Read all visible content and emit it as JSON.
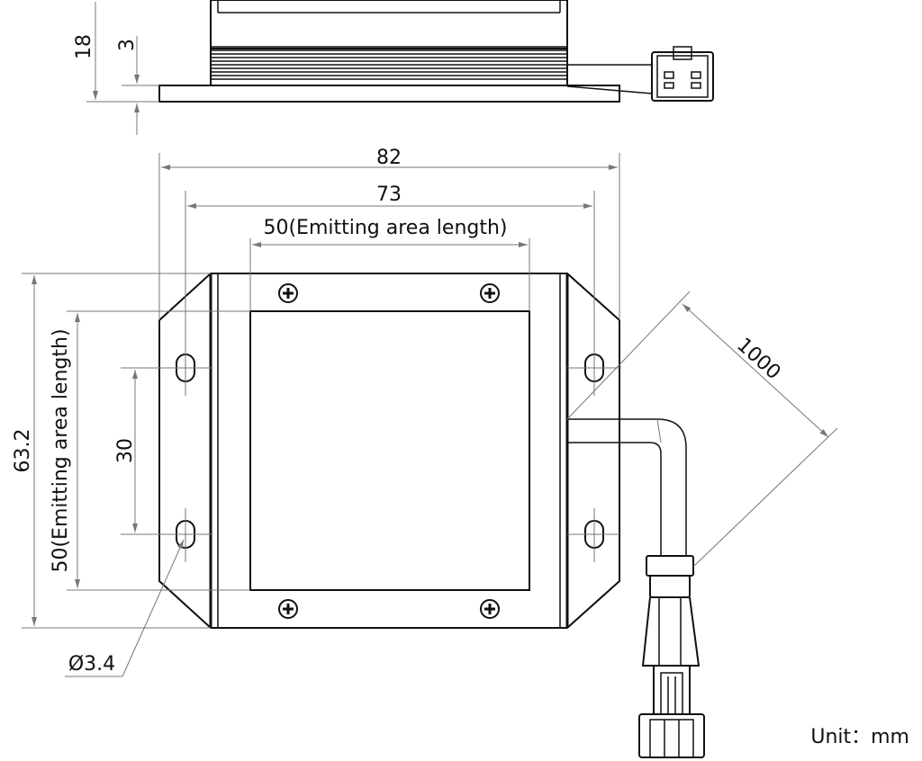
{
  "dimensions": {
    "overall_width": "82",
    "hole_spacing": "73",
    "emitting_length_h": "50(Emitting area length)",
    "overall_height": "63.2",
    "emitting_length_v": "50(Emitting area length)",
    "hole_spacing_v": "30",
    "hole_diameter": "Ø3.4",
    "cable_length": "1000",
    "side_height": "18",
    "base_thickness": "3"
  },
  "unit_label": "Unit：mm",
  "icons": [
    "phillips-screw-icon"
  ]
}
